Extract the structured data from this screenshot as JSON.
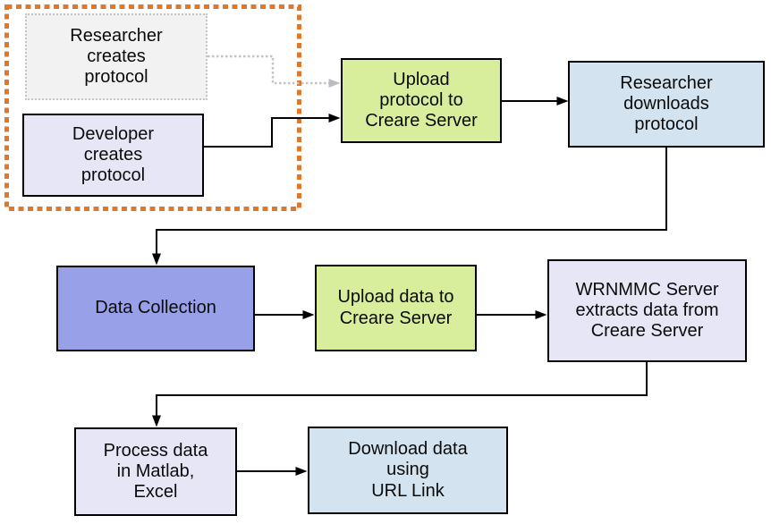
{
  "diagram": {
    "background": "#FFFFFF",
    "group": {
      "name": "protocol-creation-group",
      "border_color": "#E0782C",
      "border_style": "dashed"
    },
    "nodes": {
      "researcher_creates": {
        "label": "Researcher\ncreates\nprotocol",
        "fill": "#F2F2F2",
        "border_color": "#C6C6C6",
        "border_style": "dotted"
      },
      "developer_creates": {
        "label": "Developer\ncreates\nprotocol",
        "fill": "#E6E6F7",
        "border_color": "#000000",
        "border_style": "solid"
      },
      "upload_protocol": {
        "label": "Upload\nprotocol to\nCreare Server",
        "fill": "#D8EE9D",
        "border_color": "#000000",
        "border_style": "solid"
      },
      "researcher_downloads": {
        "label": "Researcher\ndownloads\nprotocol",
        "fill": "#D3E4F0",
        "border_color": "#000000",
        "border_style": "solid"
      },
      "data_collection": {
        "label": "Data Collection",
        "fill": "#98A0E8",
        "border_color": "#000000",
        "border_style": "solid"
      },
      "upload_data": {
        "label": "Upload data to\nCreare Server",
        "fill": "#D8EE9D",
        "border_color": "#000000",
        "border_style": "solid"
      },
      "wrnmmc_extracts": {
        "label": "WRNMMC Server\nextracts data from\nCreare Server",
        "fill": "#E6E6F7",
        "border_color": "#000000",
        "border_style": "solid"
      },
      "process_data": {
        "label": "Process data\nin Matlab,\nExcel",
        "fill": "#E6E6F7",
        "border_color": "#000000",
        "border_style": "solid"
      },
      "download_data": {
        "label": "Download data\nusing\nURL Link",
        "fill": "#D3E4F0",
        "border_color": "#000000",
        "border_style": "solid"
      }
    },
    "edges": [
      {
        "from": "researcher_creates",
        "to": "upload_protocol",
        "style": "dotted-gray"
      },
      {
        "from": "developer_creates",
        "to": "upload_protocol",
        "style": "solid-black"
      },
      {
        "from": "upload_protocol",
        "to": "researcher_downloads",
        "style": "solid-black"
      },
      {
        "from": "researcher_downloads",
        "to": "data_collection",
        "style": "solid-black"
      },
      {
        "from": "data_collection",
        "to": "upload_data",
        "style": "solid-black"
      },
      {
        "from": "upload_data",
        "to": "wrnmmc_extracts",
        "style": "solid-black"
      },
      {
        "from": "wrnmmc_extracts",
        "to": "process_data",
        "style": "solid-black"
      },
      {
        "from": "process_data",
        "to": "download_data",
        "style": "solid-black"
      }
    ],
    "colors": {
      "connector": "#000000",
      "ghost_connector": "#C3C3C3",
      "ghost_arrowhead": "#BDBDBD"
    }
  }
}
